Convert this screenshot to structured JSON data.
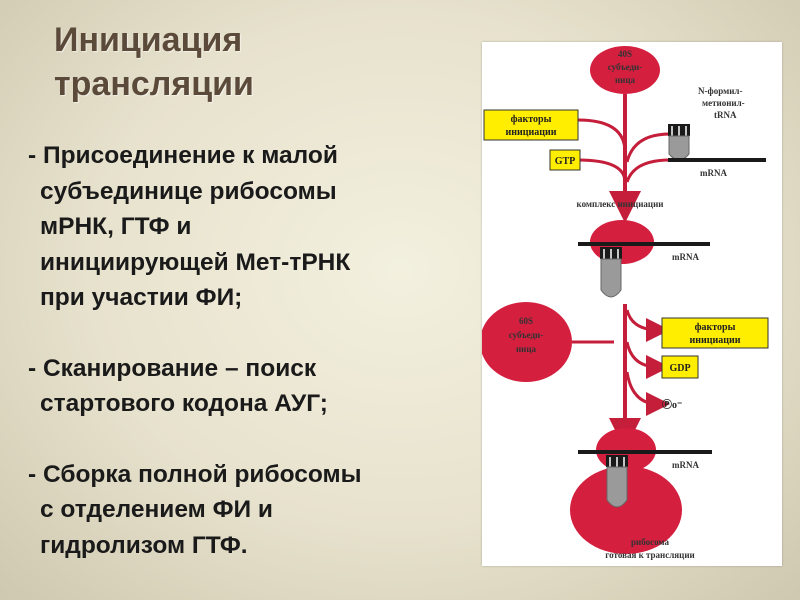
{
  "slide": {
    "title_line1": "Инициация",
    "title_line2": "трансляции",
    "bullets": [
      {
        "lines": [
          "- Присоединение к малой",
          "субъединице рибосомы",
          "мРНК, ГТФ и",
          "инициирующей Мет-тРНК",
          "при участии ФИ;"
        ]
      },
      {
        "lines": [
          "- Сканирование – поиск",
          "стартового кодона АУГ;"
        ]
      },
      {
        "lines": [
          "- Сборка полной рибосомы",
          "с отделением ФИ и",
          "гидролизом ГТФ."
        ]
      }
    ]
  },
  "diagram": {
    "small_subunit": [
      "40S",
      "субъеди-",
      "ница"
    ],
    "large_subunit": [
      "60S",
      "субъеди-",
      "ница"
    ],
    "factors_top": [
      "факторы",
      "инициации"
    ],
    "factors_bottom": [
      "факторы",
      "инициации"
    ],
    "gtp": "GTP",
    "gdp": "GDP",
    "phosphate": "Ⓟo⁻",
    "trna_label": [
      "N-формил-",
      "метионил-",
      "tRNA"
    ],
    "mrna_1": "mRNA",
    "mrna_2": "mRNA",
    "mrna_3": "mRNA",
    "complex_label": "комплекс инициации",
    "ribosome_label": [
      "рибосома",
      "готовая к трансляции"
    ],
    "colors": {
      "ribosome": "#d41f3f",
      "box": "#ffee00",
      "trna": "#9a9a9a",
      "mrna": "#1a1a1a"
    }
  }
}
